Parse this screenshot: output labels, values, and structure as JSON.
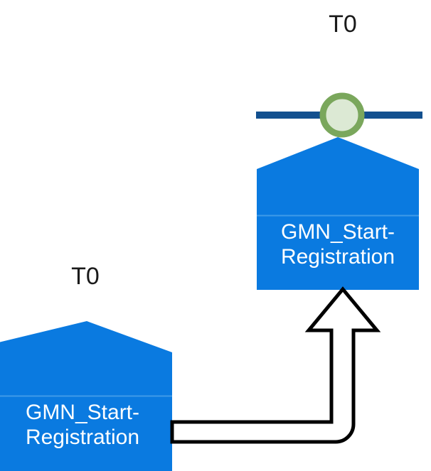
{
  "diagram": {
    "type": "lifecycle-transition-diagram",
    "background_color": "#ffffff",
    "palette": {
      "node_fill": "#0a7ae0",
      "node_divider": "#3f9ae8",
      "node_text": "#ffffff",
      "timeline_line": "#12508f",
      "event_ring": "#7aa75c",
      "event_fill": "#dce9d4",
      "connector_stroke": "#000000",
      "connector_fill": "#ffffff",
      "time_label_text": "#1a1a1a"
    },
    "nodes": [
      {
        "id": "target-node",
        "shape": "pentagon-up",
        "time_label": "T0",
        "title": "GMN_Start-\nRegistration",
        "title_line_1": "GMN_Start-",
        "title_line_2": "Registration",
        "has_divider": true,
        "has_event_marker": true
      },
      {
        "id": "source-node",
        "shape": "pentagon-up",
        "time_label": "T0",
        "title": "GMN_Start-\nRegistration",
        "title_line_1": "GMN_Start-",
        "title_line_2": "Registration",
        "has_divider": true,
        "has_event_marker": false
      }
    ],
    "timeline": {
      "id": "top-timeline",
      "orientation": "horizontal",
      "marker_shape": "circle"
    },
    "connector": {
      "id": "source-to-target-arrow",
      "style": "hollow-block-arrow",
      "direction": "right-then-up",
      "from": "source-node",
      "to": "target-node",
      "label": ""
    }
  }
}
